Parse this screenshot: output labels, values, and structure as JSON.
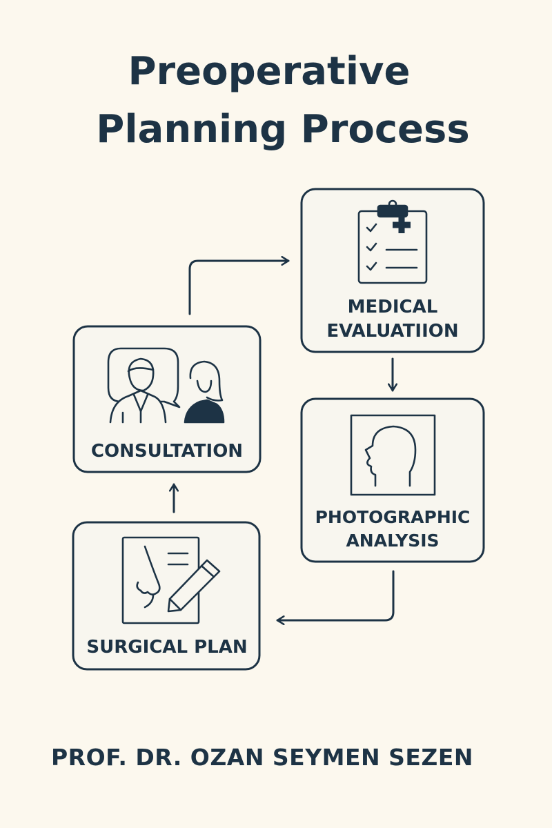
{
  "title": {
    "line1": "Preoperative",
    "line2": "Planning Process"
  },
  "steps": [
    {
      "id": "consultation",
      "label_lines": [
        "CONSULTATION"
      ],
      "icon": "doctor-patient-icon"
    },
    {
      "id": "medical-evaluation",
      "label_lines": [
        "MEDICAL",
        "EVALUATIION"
      ],
      "icon": "clipboard-icon"
    },
    {
      "id": "photographic-analysis",
      "label_lines": [
        "PHOTOGRAPHIC",
        "ANALYSIS"
      ],
      "icon": "face-profile-icon"
    },
    {
      "id": "surgical-plan",
      "label_lines": [
        "SURGICAL PLAN"
      ],
      "icon": "nose-plan-pencil-icon"
    }
  ],
  "flow": [
    {
      "from": "consultation",
      "to": "medical-evaluation"
    },
    {
      "from": "medical-evaluation",
      "to": "photographic-analysis"
    },
    {
      "from": "photographic-analysis",
      "to": "surgical-plan"
    },
    {
      "from": "surgical-plan",
      "to": "consultation"
    }
  ],
  "author": "PROF. DR. OZAN SEYMEN SEZEN",
  "colors": {
    "background": "#fcf8ee",
    "ink": "#1d3345",
    "box_fill": "#f8f6ef"
  }
}
